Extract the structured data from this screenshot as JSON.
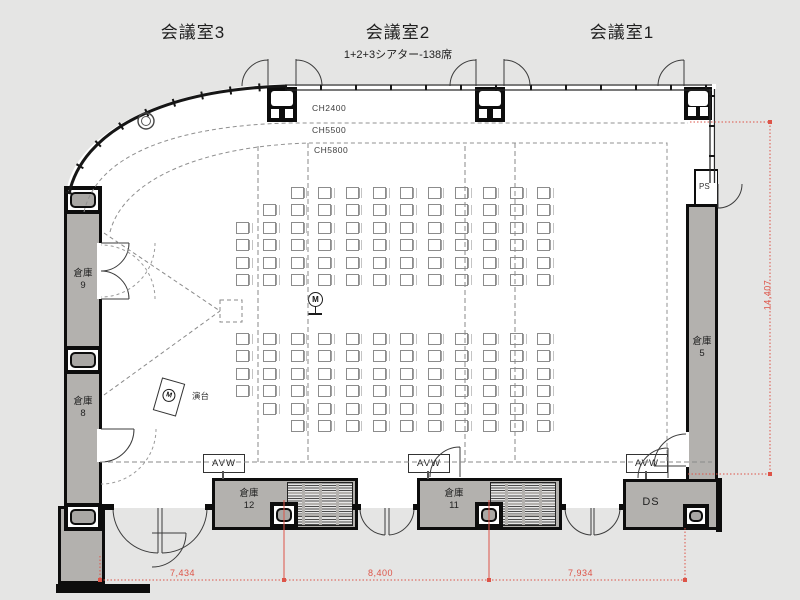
{
  "header": {
    "room3": "会議室3",
    "room2": "会議室2",
    "room2_sub": "1+2+3シアター-138席",
    "room1": "会議室1"
  },
  "ceiling_heights": {
    "ch1": "CH2400",
    "ch2": "CH5500",
    "ch3": "CH5800"
  },
  "labels": {
    "avw": "AVW",
    "ps": "PS",
    "ds": "DS",
    "podium": "演台",
    "mic_glyph": "M"
  },
  "storages": {
    "s9": {
      "name": "倉庫",
      "num": "9"
    },
    "s8": {
      "name": "倉庫",
      "num": "8"
    },
    "s5": {
      "name": "倉庫",
      "num": "5"
    },
    "s12": {
      "name": "倉庫",
      "num": "12"
    },
    "s11": {
      "name": "倉庫",
      "num": "11"
    }
  },
  "dimensions": {
    "bottom": [
      "7,434",
      "8,400",
      "7,934"
    ],
    "right": "14,407"
  },
  "seating": {
    "total_seats_note": "138席",
    "cols": 12,
    "upper_rows": [
      {
        "start": 3,
        "count": 10
      },
      {
        "start": 2,
        "count": 11
      },
      {
        "start": 1,
        "count": 12
      },
      {
        "start": 1,
        "count": 12
      },
      {
        "start": 1,
        "count": 12
      },
      {
        "start": 1,
        "count": 12
      }
    ],
    "lower_rows": [
      {
        "start": 1,
        "count": 12
      },
      {
        "start": 1,
        "count": 12
      },
      {
        "start": 1,
        "count": 12
      },
      {
        "start": 1,
        "count": 12
      },
      {
        "start": 2,
        "count": 11
      },
      {
        "start": 3,
        "count": 10
      }
    ]
  },
  "colors": {
    "accent_red": "#dd5448",
    "wall": "#0d0d0d",
    "storage_fill": "#b3b1ae",
    "background": "#e5e5e4",
    "seat_border": "#8c8c8c"
  }
}
